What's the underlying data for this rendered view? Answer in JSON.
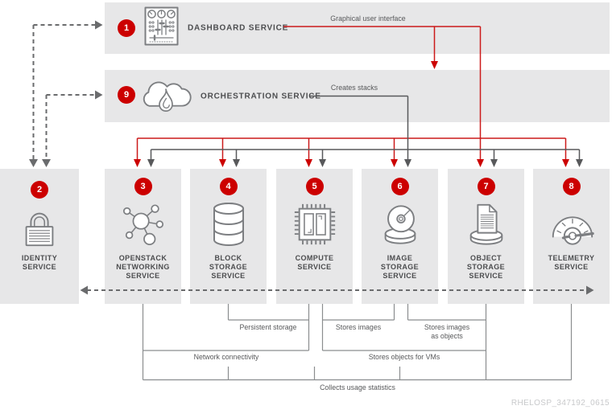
{
  "colors": {
    "accent_red": "#cc0000",
    "box_background": "#e7e7e8",
    "solid_line_gray": "#58595b",
    "dashed_line_gray": "#6a6b6d",
    "bracket_gray": "#8b8d8f",
    "icon_stroke_gray": "#7d7f82",
    "text_dark": "#4c4d4f",
    "watermark_gray": "#c8c9cb"
  },
  "top_services": [
    {
      "number": "1",
      "label": "DASHBOARD SERVICE",
      "icon": "dashboard-panel-icon"
    },
    {
      "number": "9",
      "label": "ORCHESTRATION SERVICE",
      "icon": "cloud-flame-icon"
    }
  ],
  "identity": {
    "number": "2",
    "label": "IDENTITY\nSERVICE",
    "icon": "padlock-icon"
  },
  "services": [
    {
      "number": "3",
      "label": "OPENSTACK\nNETWORKING\nSERVICE",
      "icon": "network-nodes-icon"
    },
    {
      "number": "4",
      "label": "BLOCK\nSTORAGE\nSERVICE",
      "icon": "database-cylinder-icon"
    },
    {
      "number": "5",
      "label": "COMPUTE\nSERVICE",
      "icon": "cpu-chip-icon"
    },
    {
      "number": "6",
      "label": "IMAGE\nSTORAGE\nSERVICE",
      "icon": "compact-disc-icon"
    },
    {
      "number": "7",
      "label": "OBJECT\nSTORAGE\nSERVICE",
      "icon": "document-storage-icon"
    },
    {
      "number": "8",
      "label": "TELEMETRY\nSERVICE",
      "icon": "gauge-icon"
    }
  ],
  "flow_labels": {
    "graphical_user_interface": "Graphical user interface",
    "creates_stacks": "Creates stacks",
    "persistent_storage": "Persistent storage",
    "stores_images": "Stores images",
    "stores_images_as_objects": "Stores images\nas objects",
    "network_connectivity": "Network connectivity",
    "stores_objects_for_vms": "Stores objects for VMs",
    "collects_usage_statistics": "Collects usage statistics"
  },
  "watermark": "RHELOSP_347192_0615"
}
